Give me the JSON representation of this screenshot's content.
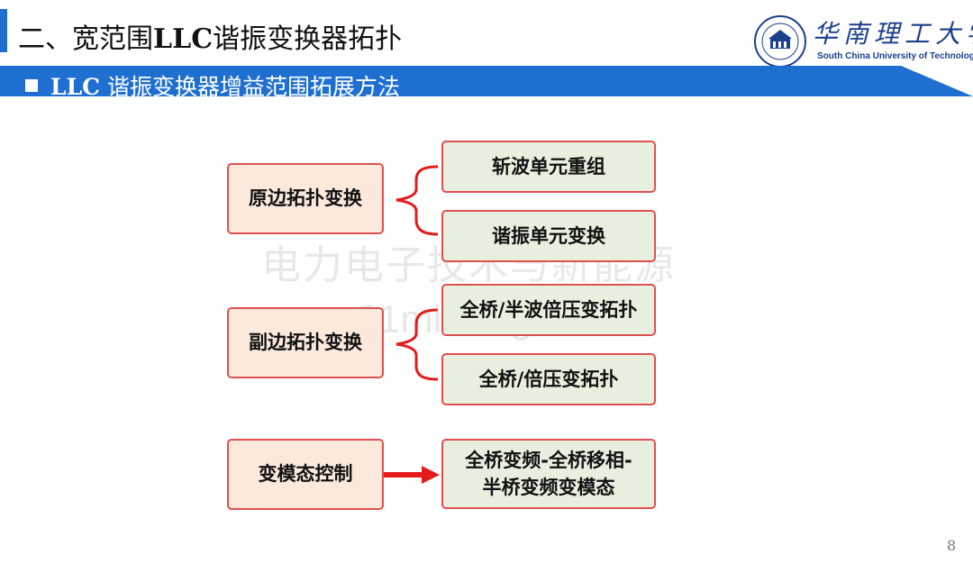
{
  "header": {
    "title_cn": "二、宽范围",
    "title_latin": "LLC",
    "title_cn2": "谐振变换器拓扑",
    "university_cn": "华南理工大学",
    "university_en": "South China University of Technology"
  },
  "subheader": {
    "prefix_latin": "LLC",
    "text": " 谐振变换器增益范围拓展方法"
  },
  "watermark": {
    "line1": "电力电子技术与新能源",
    "line2": "www.21micro-grid.cn"
  },
  "diagram": {
    "groups": [
      {
        "label": "原边拓扑变换",
        "children": [
          "斩波单元重组",
          "谐振单元变换"
        ]
      },
      {
        "label": "副边拓扑变换",
        "children": [
          "全桥/半波倍压变拓扑",
          "全桥/倍压变拓扑"
        ]
      },
      {
        "label": "变模态控制",
        "target_line1": "全桥变频-全桥移相-",
        "target_line2": "半桥变频变模态"
      }
    ]
  },
  "page_number": "8",
  "colors": {
    "accent_blue": "#1f6fd1",
    "box_border": "#e05050",
    "left_fill": "#fbe9dc",
    "right_fill": "#e7f0de",
    "arrow_red": "#e41b1b"
  }
}
